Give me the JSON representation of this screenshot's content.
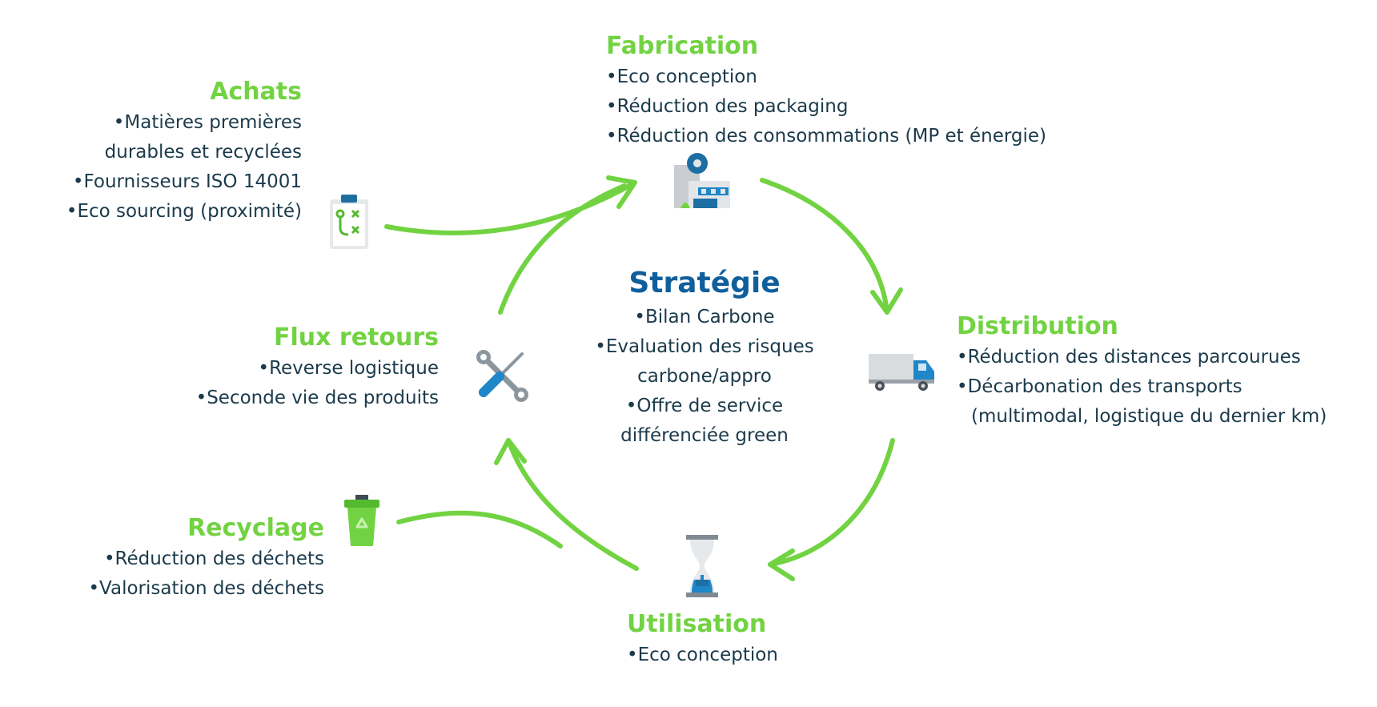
{
  "strategie": {
    "title": "Stratégie",
    "items": [
      "Bilan Carbone",
      "Evaluation des risques",
      "carbone/appro",
      "Offre de service",
      "différenciée green"
    ]
  },
  "fabrication": {
    "title": "Fabrication",
    "items": [
      "Eco conception",
      "Réduction des packaging",
      "Réduction des consommations (MP et énergie)"
    ],
    "icon": "factory-icon"
  },
  "distribution": {
    "title": "Distribution",
    "items": [
      "Réduction des distances parcourues",
      "Décarbonation des transports",
      "(multimodal, logistique du dernier km)"
    ],
    "icon": "truck-icon"
  },
  "utilisation": {
    "title": "Utilisation",
    "items": [
      "Eco conception"
    ],
    "icon": "hourglass-icon"
  },
  "recyclage": {
    "title": "Recyclage",
    "items": [
      "Réduction des déchets",
      "Valorisation des déchets"
    ],
    "icon": "recycle-bin-icon"
  },
  "flux_retours": {
    "title": "Flux retours",
    "items": [
      "Reverse logistique",
      "Seconde vie des produits"
    ],
    "icon": "tools-icon"
  },
  "achats": {
    "title": "Achats",
    "items": [
      "Matières premières",
      "durables et recyclées",
      "Fournisseurs ISO 14001",
      "Eco sourcing (proximité)"
    ],
    "icon": "clipboard-icon"
  },
  "colors": {
    "accent_green": "#72d342",
    "strategy_blue": "#0f5f9c",
    "text": "#1b3a4b"
  }
}
